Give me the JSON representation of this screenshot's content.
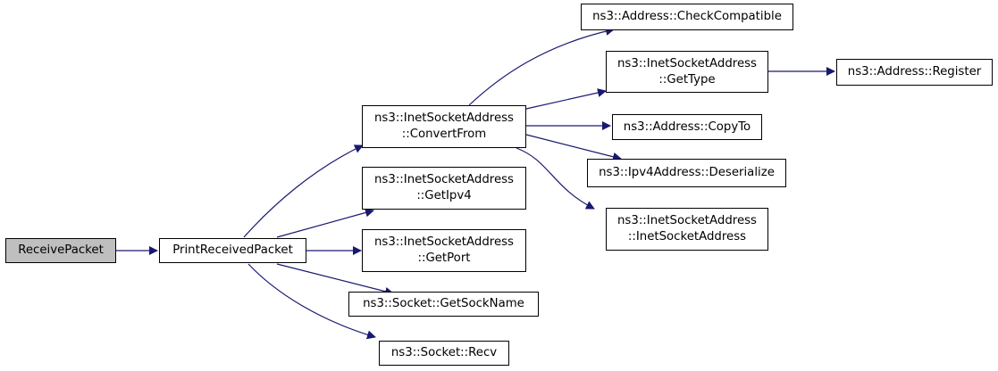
{
  "colors": {
    "edge": "#191970",
    "border": "#000000",
    "current_fill": "#bfbfbf",
    "node_fill": "#ffffff"
  },
  "nodes": {
    "receive_packet": {
      "lines": [
        "ReceivePacket"
      ]
    },
    "print_received_packet": {
      "lines": [
        "PrintReceivedPacket"
      ]
    },
    "convert_from": {
      "lines": [
        "ns3::InetSocketAddress",
        "::ConvertFrom"
      ]
    },
    "get_ipv4": {
      "lines": [
        "ns3::InetSocketAddress",
        "::GetIpv4"
      ]
    },
    "get_port": {
      "lines": [
        "ns3::InetSocketAddress",
        "::GetPort"
      ]
    },
    "get_sock_name": {
      "lines": [
        "ns3::Socket::GetSockName"
      ]
    },
    "recv": {
      "lines": [
        "ns3::Socket::Recv"
      ]
    },
    "check_compatible": {
      "lines": [
        "ns3::Address::CheckCompatible"
      ]
    },
    "get_type": {
      "lines": [
        "ns3::InetSocketAddress",
        "::GetType"
      ]
    },
    "register": {
      "lines": [
        "ns3::Address::Register"
      ]
    },
    "copy_to": {
      "lines": [
        "ns3::Address::CopyTo"
      ]
    },
    "deserialize": {
      "lines": [
        "ns3::Ipv4Address::Deserialize"
      ]
    },
    "inet_socket_address": {
      "lines": [
        "ns3::InetSocketAddress",
        "::InetSocketAddress"
      ]
    }
  }
}
